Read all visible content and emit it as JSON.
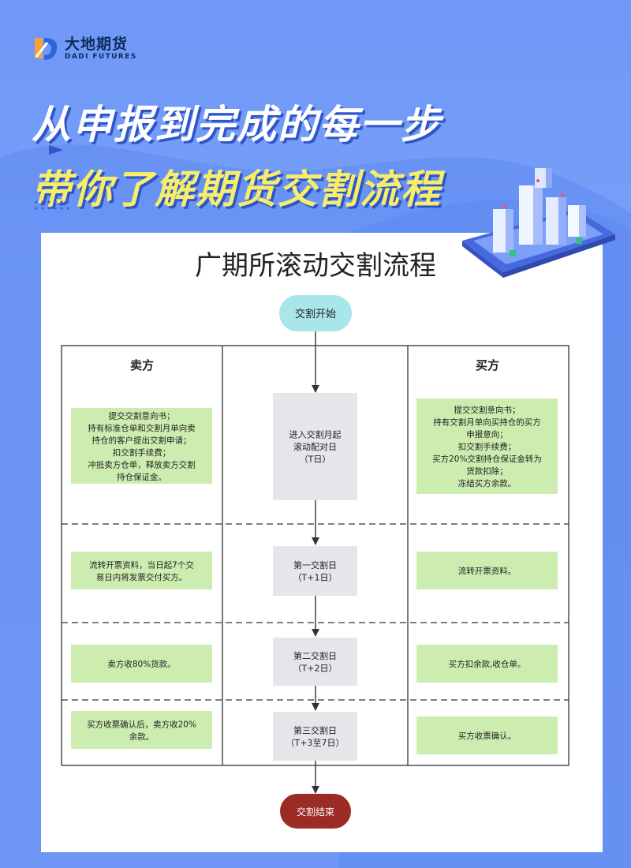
{
  "brand": {
    "name_cn": "大地期货",
    "name_en": "DADI FUTURES"
  },
  "headline": {
    "line1": "从申报到完成的每一步",
    "line2": "带你了解期货交割流程"
  },
  "diagram": {
    "title": "广期所滚动交割流程",
    "start": "交割开始",
    "end": "交割结束",
    "seller_header": "卖方",
    "buyer_header": "买方",
    "stages": [
      {
        "center": [
          "进入交割月起",
          "滚动配对日",
          "（T日）"
        ],
        "seller": [
          "提交交割意向书；",
          "持有标准仓单和交割月单向卖",
          "持仓的客户提出交割申请；",
          "扣交割手续费；",
          "冲抵卖方仓单，释放卖方交割",
          "持仓保证金。"
        ],
        "buyer": [
          "提交交割意向书；",
          "持有交割月单向买持仓的买方",
          "申报意向；",
          "扣交割手续费；",
          "买方20%交割持仓保证金转为",
          "货款扣除；",
          "冻结买方余款。"
        ]
      },
      {
        "center": [
          "第一交割日",
          "（T+1日）"
        ],
        "seller": [
          "流转开票资料，当日起7个交",
          "易日内将发票交付买方。"
        ],
        "buyer": [
          "流转开票资料。"
        ]
      },
      {
        "center": [
          "第二交割日",
          "（T+2日）"
        ],
        "seller": [
          "卖方收80%货款。"
        ],
        "buyer": [
          "买方扣余款,收仓单。"
        ]
      },
      {
        "center": [
          "第三交割日",
          "（T+3至7日）"
        ],
        "seller": [
          "买方收票确认后，卖方收20%",
          "余款。"
        ],
        "buyer": [
          "买方收票确认。"
        ]
      }
    ]
  },
  "colors": {
    "background": "#7aa2f8",
    "start_node": "#a8e6ea",
    "end_node": "#9b2b25",
    "note_fill": "#cdedb0",
    "date_box_fill": "#e4e6ea",
    "headline_accent": "#f6ee6a"
  }
}
